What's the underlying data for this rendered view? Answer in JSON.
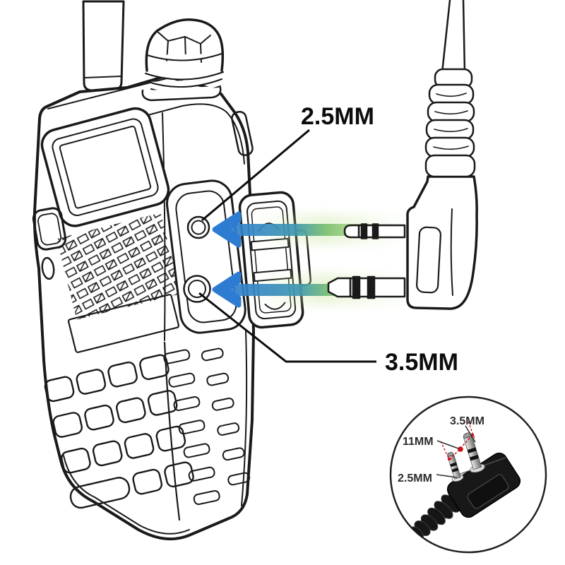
{
  "figure": {
    "title": "Two-way radio audio jack and 2-pin connector diagram",
    "main_callouts": {
      "top_jack_label": "2.5MM",
      "bottom_jack_label": "3.5MM"
    },
    "inset_callouts": {
      "right_plug_label": "3.5MM",
      "pin_spacing_label": "11MM",
      "left_plug_label": "2.5MM"
    },
    "colors": {
      "line_art": "#1a1a1a",
      "arrow_blue": "#2e7cd2",
      "arrow_green": "#bfe397",
      "measurement_red": "#cc1111",
      "inset_connector_black": "#181818",
      "background": "#ffffff"
    }
  }
}
